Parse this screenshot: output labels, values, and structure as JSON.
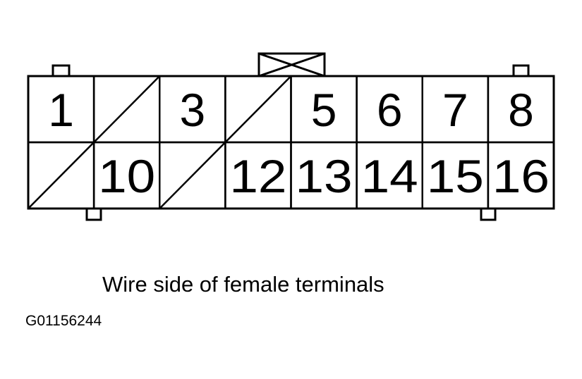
{
  "diagram": {
    "caption": "Wire side of female terminals",
    "figure_id": "G01156244",
    "connector": {
      "columns": 8,
      "rows": 2,
      "cells": [
        {
          "label": "1",
          "empty": false
        },
        {
          "label": "",
          "empty": true
        },
        {
          "label": "3",
          "empty": false
        },
        {
          "label": "",
          "empty": true
        },
        {
          "label": "5",
          "empty": false
        },
        {
          "label": "6",
          "empty": false
        },
        {
          "label": "7",
          "empty": false
        },
        {
          "label": "8",
          "empty": false
        },
        {
          "label": "",
          "empty": true
        },
        {
          "label": "10",
          "empty": false
        },
        {
          "label": "",
          "empty": true
        },
        {
          "label": "12",
          "empty": false
        },
        {
          "label": "13",
          "empty": false
        },
        {
          "label": "14",
          "empty": false
        },
        {
          "label": "15",
          "empty": false
        },
        {
          "label": "16",
          "empty": false
        }
      ]
    }
  }
}
